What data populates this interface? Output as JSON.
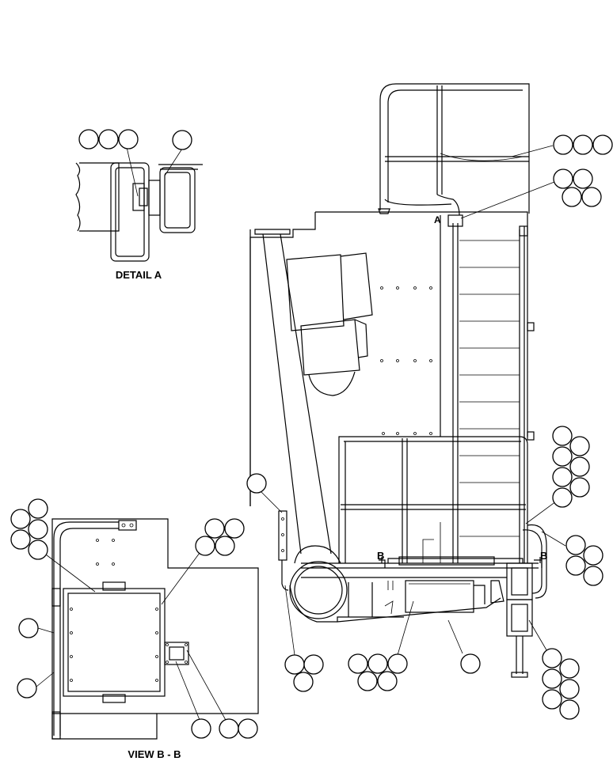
{
  "labels": {
    "detail_a": "DETAIL A",
    "view_bb": "VIEW B - B",
    "section_b_left": "B",
    "section_b_right": "B",
    "detail_marker": "A"
  }
}
